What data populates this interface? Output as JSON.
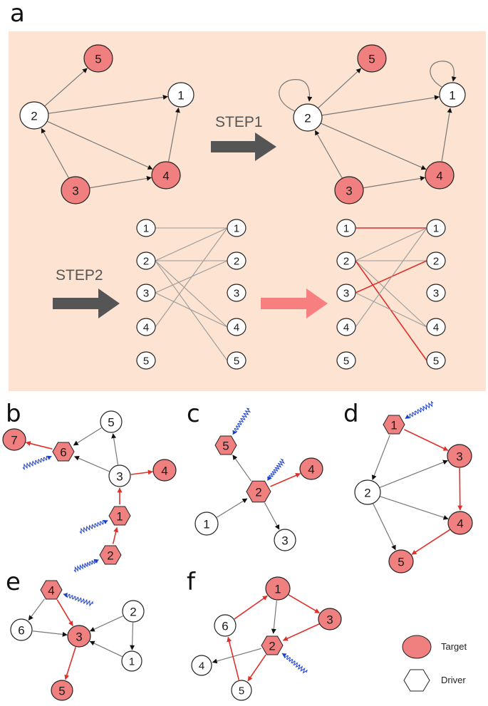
{
  "panel_labels": {
    "a": "a",
    "b": "b",
    "c": "c",
    "d": "d",
    "e": "e",
    "f": "f"
  },
  "steps": {
    "step1": "STEP1",
    "step2": "STEP2"
  },
  "legend": {
    "target": "Target",
    "driver": "Driver"
  },
  "colors": {
    "background": "#fde3d2",
    "target": "#f08080",
    "driver": "#f08080",
    "edge": "#777777",
    "matched_edge": "#e0302a",
    "wiggle": "#1a3fcf",
    "arrow_dark": "#555555",
    "arrow_pink": "#f77f7f"
  },
  "panel_a": {
    "network_nodes": [
      "1",
      "2",
      "3",
      "4",
      "5"
    ],
    "targets": [
      "3",
      "4",
      "5"
    ],
    "bipartite_left": [
      "1",
      "2",
      "3",
      "4",
      "5"
    ],
    "bipartite_right": [
      "1",
      "2",
      "3",
      "4",
      "5"
    ]
  },
  "panel_b": {
    "nodes": [
      "1",
      "2",
      "3",
      "4",
      "5",
      "6",
      "7"
    ]
  },
  "panel_c": {
    "nodes": [
      "1",
      "2",
      "3",
      "4",
      "5"
    ]
  },
  "panel_d": {
    "nodes": [
      "1",
      "2",
      "3",
      "4",
      "5"
    ]
  },
  "panel_e": {
    "nodes": [
      "1",
      "2",
      "3",
      "4",
      "5",
      "6"
    ]
  },
  "panel_f": {
    "nodes": [
      "1",
      "2",
      "3",
      "4",
      "5",
      "6"
    ]
  }
}
